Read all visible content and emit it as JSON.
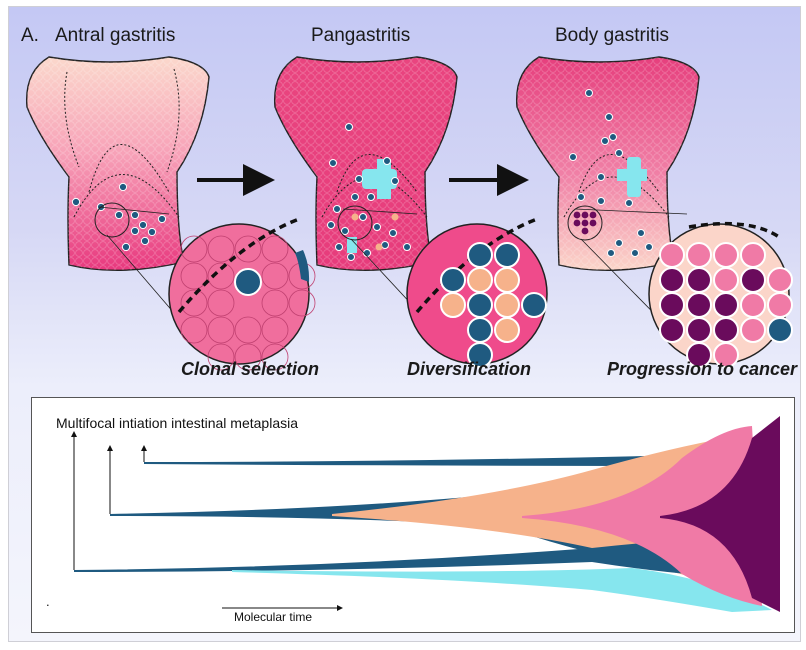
{
  "panel_label": "A.",
  "stages": [
    {
      "title": "Antral gastritis",
      "caption": "Clonal selection"
    },
    {
      "title": "Pangastritis",
      "caption": "Diversification"
    },
    {
      "title": "Body gastritis",
      "caption": "Progression to cancer"
    }
  ],
  "lineage": {
    "initiation_label": "Multifocal intiation intestinal metaplasia",
    "time_label": "Molecular time",
    "dot": "."
  },
  "colors": {
    "pink": "#ee4b8c",
    "light_pink": "#f7b4a8",
    "blue": "#1f5a80",
    "cyan": "#86e6ee",
    "peach": "#f6b28b",
    "magenta": "#f07aa6",
    "purple": "#6a0b5c"
  }
}
